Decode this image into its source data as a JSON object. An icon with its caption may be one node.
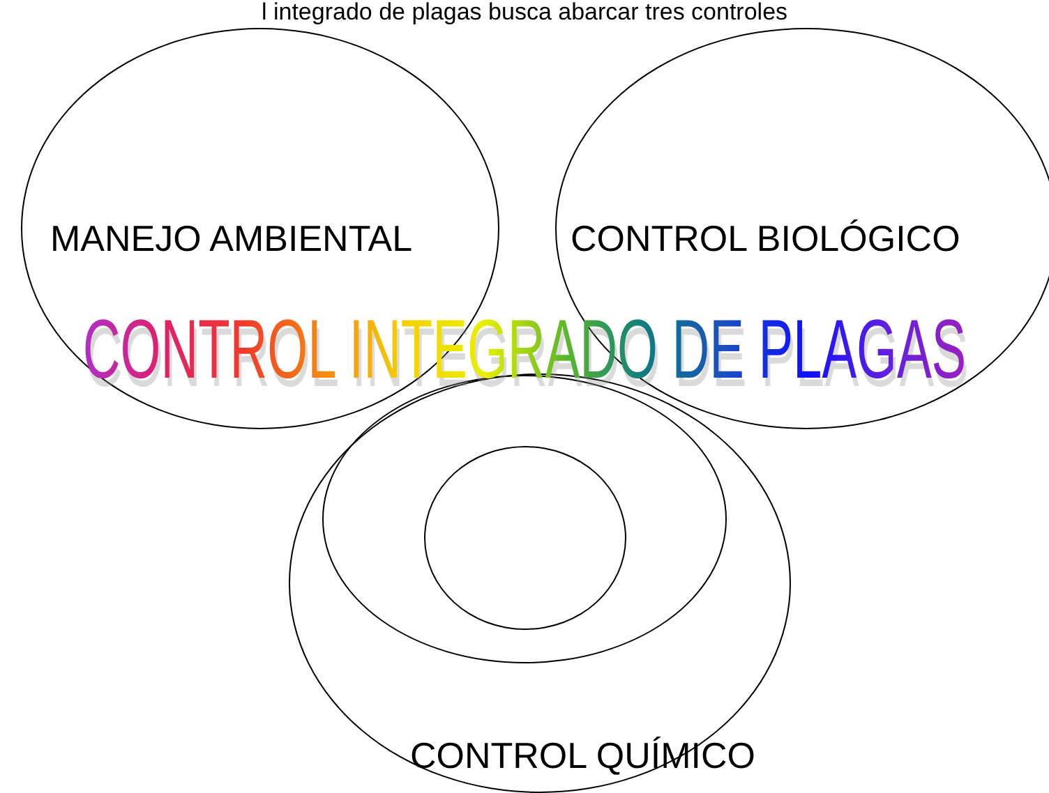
{
  "diagram": {
    "title": "CONTROL INTEGRADO DE PLAGAS",
    "nodes": [
      {
        "text": [
          "MANEJO AMBIENTAL"
        ]
      },
      {
        "text": [
          "CONTROL BIOLÓGICO"
        ]
      },
      {
        "text": [
          "CONTROL QUÍMICO"
        ]
      },
      {
        "text": [],
        "shape": "circle",
        "in": 2
      },
      {
        "text": [],
        "shape": "circle",
        "in": 3
      }
    ],
    "labels": [
      "l integrado de plagas busca abarcar tres controles"
    ]
  }
}
